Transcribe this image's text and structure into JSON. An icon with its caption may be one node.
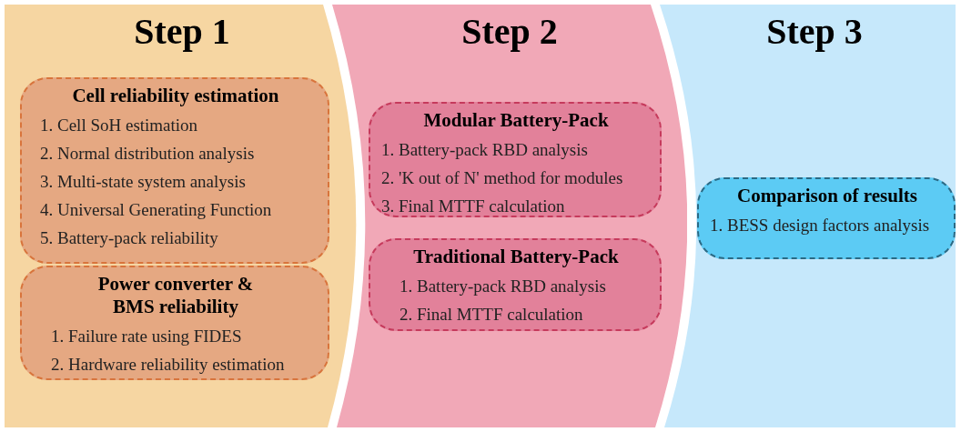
{
  "diagram": {
    "nodes": [
      {
        "text": [
          "Step 1"
        ]
      },
      {
        "text": [
          "Cell reliability estimation",
          "1. Cell SoH estimation",
          "2. Normal distribution analysis",
          "3. Multi-state system analysis",
          "4. Universal Generating Function",
          "5. Battery-pack reliability"
        ],
        "in": 0
      },
      {
        "text": [
          "Power converter & BMS reliability",
          "1. Failure rate using FIDES",
          "2. Hardware reliability estimation"
        ],
        "in": 0
      },
      {
        "text": [
          "Step 2"
        ]
      },
      {
        "text": [
          "Modular Battery-Pack",
          "1. Battery-pack RBD analysis",
          "2. 'K out of N' method for modules",
          "3. Final MTTF calculation"
        ],
        "in": 3
      },
      {
        "text": [
          "Traditional Battery-Pack",
          "1. Battery-pack RBD analysis",
          "2. Final MTTF calculation"
        ],
        "in": 3
      },
      {
        "text": [
          "Step 3"
        ]
      },
      {
        "text": [
          "Comparison of results",
          "1. BESS design factors analysis"
        ],
        "in": 6
      }
    ],
    "edges": []
  }
}
